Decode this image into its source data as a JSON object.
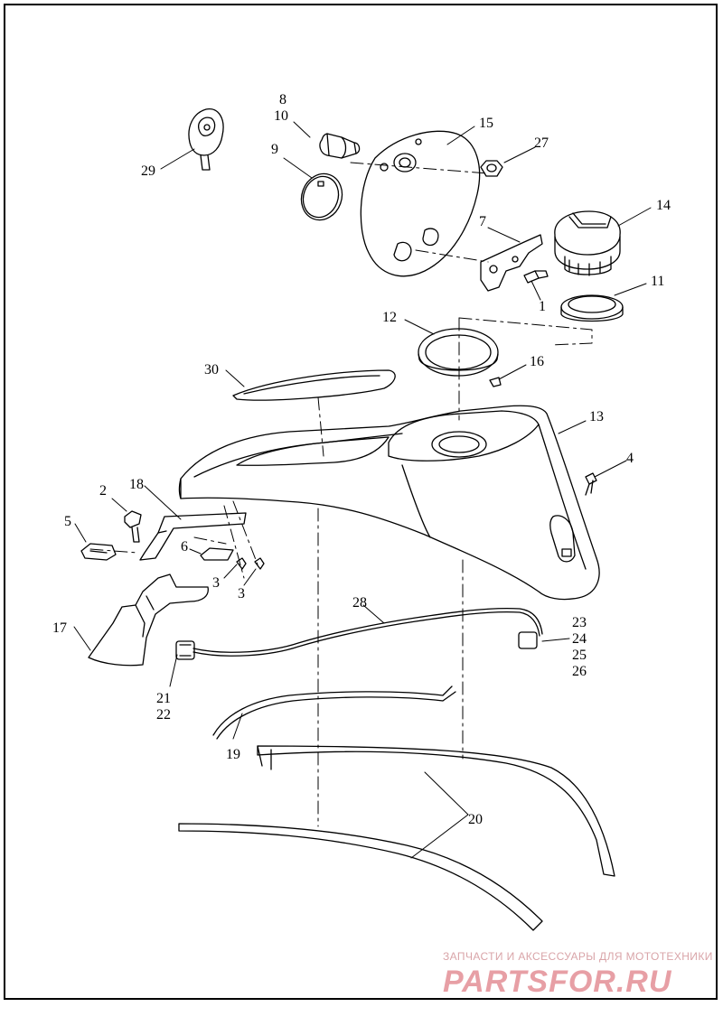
{
  "diagram": {
    "callouts": {
      "c1": "1",
      "c2": "2",
      "c3a": "3",
      "c3b": "3",
      "c4": "4",
      "c5": "5",
      "c6": "6",
      "c7": "7",
      "c8": "8",
      "c9": "9",
      "c10": "10",
      "c11": "11",
      "c12": "12",
      "c13": "13",
      "c14": "14",
      "c15": "15",
      "c16": "16",
      "c17": "17",
      "c18": "18",
      "c19": "19",
      "c20": "20",
      "c21": "21",
      "c22": "22",
      "c23": "23",
      "c24": "24",
      "c25": "25",
      "c26": "26",
      "c27": "27",
      "c28": "28",
      "c29": "29",
      "c30": "30"
    }
  },
  "watermark": {
    "caption": "ЗАПЧАСТИ И АКСЕССУАРЫ ДЛЯ МОТОТЕХНИКИ",
    "logo_text": "PARTSFOR.RU",
    "color": "#e07f88"
  }
}
